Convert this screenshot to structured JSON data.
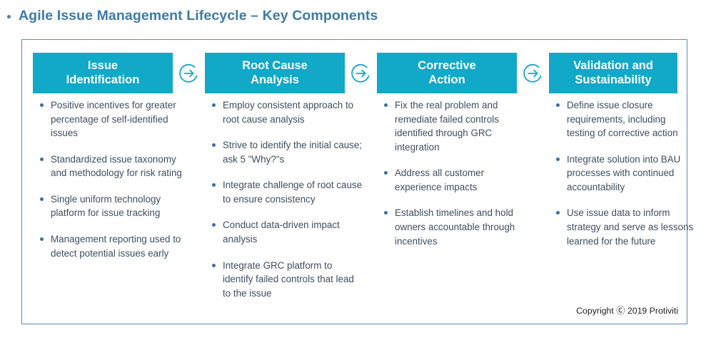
{
  "slide": {
    "title": "Agile Issue Management Lifecycle – Key Components",
    "title_bullet_icon": "bullet-dot-icon",
    "accent_color": "#12a8c8",
    "title_color": "#3f7aa6",
    "border_color": "#5b8db8",
    "bullet_color": "#3d6e9e",
    "body_text_color": "#3e4e5e"
  },
  "diagram": {
    "connector_icon": "circle-arrow-right-icon",
    "phases": [
      {
        "title": "Issue\nIdentification",
        "title_line1": "Issue",
        "title_line2": "Identification",
        "bullets": [
          "Positive incentives for greater percentage of self-identified issues",
          "Standardized issue taxonomy and methodology for risk rating",
          "Single uniform technology platform for issue tracking",
          "Management reporting used to detect potential issues early"
        ]
      },
      {
        "title": "Root Cause\nAnalysis",
        "title_line1": "Root Cause",
        "title_line2": "Analysis",
        "bullets": [
          "Employ consistent approach to root cause analysis",
          "Strive to identify the initial cause; ask 5 \"Why?\"s",
          "Integrate challenge of root cause to ensure consistency",
          "Conduct data-driven impact analysis",
          "Integrate GRC platform to identify failed controls that lead to the issue"
        ]
      },
      {
        "title": "Corrective\nAction",
        "title_line1": "Corrective",
        "title_line2": "Action",
        "bullets": [
          "Fix the real problem and remediate failed controls identified through GRC integration",
          "Address all customer experience impacts",
          "Establish timelines and hold owners accountable through incentives"
        ]
      },
      {
        "title": "Validation and\nSustainability",
        "title_line1": "Validation and",
        "title_line2": "Sustainability",
        "bullets": [
          "Define issue closure requirements, including testing of corrective action",
          "Integrate solution into BAU processes with continued accountability",
          "Use issue data to inform strategy and serve as lessons learned for the future"
        ]
      }
    ]
  },
  "footer": {
    "copyright": "Copyright Ⓒ 2019 Protiviti"
  }
}
